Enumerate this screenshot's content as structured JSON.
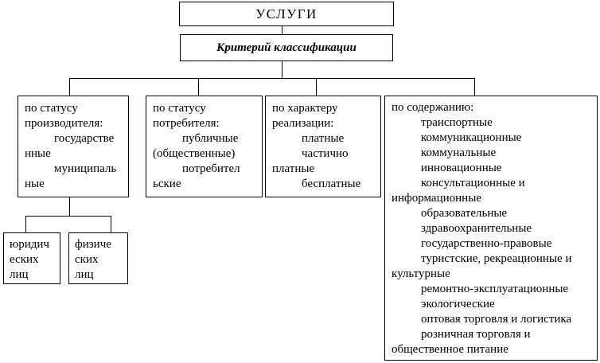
{
  "root": {
    "label": "УСЛУГИ"
  },
  "criteria": {
    "label": "Критерий классификации"
  },
  "colors": {
    "background": "#ffffff",
    "border": "#000000",
    "text": "#000000"
  },
  "category_boxes": [
    {
      "name": "by-producer-status",
      "lines": [
        {
          "text": "по статусу",
          "indent": false
        },
        {
          "text": "производителя:",
          "indent": false
        },
        {
          "text": "государстве",
          "indent": true
        },
        {
          "text": "нные",
          "indent": false
        },
        {
          "text": "муниципаль",
          "indent": true
        },
        {
          "text": "ные",
          "indent": false
        }
      ]
    },
    {
      "name": "by-consumer-status",
      "lines": [
        {
          "text": "по статусу",
          "indent": false
        },
        {
          "text": "потребителя:",
          "indent": false
        },
        {
          "text": "публичные",
          "indent": true
        },
        {
          "text": "(общественные)",
          "indent": false
        },
        {
          "text": "потребител",
          "indent": true
        },
        {
          "text": "ьские",
          "indent": false
        }
      ]
    },
    {
      "name": "by-realization-character",
      "lines": [
        {
          "text": "по характеру",
          "indent": false
        },
        {
          "text": "реализации:",
          "indent": false
        },
        {
          "text": "платные",
          "indent": true
        },
        {
          "text": "частично",
          "indent": true
        },
        {
          "text": "платные",
          "indent": false
        },
        {
          "text": "бесплатные",
          "indent": true
        }
      ]
    },
    {
      "name": "by-content",
      "lines": [
        {
          "text": "по содержанию:",
          "indent": false
        },
        {
          "text": "транспортные",
          "indent": true
        },
        {
          "text": "коммуникационные",
          "indent": true
        },
        {
          "text": "коммунальные",
          "indent": true
        },
        {
          "text": "инновационные",
          "indent": true
        },
        {
          "text": "консультационные и",
          "indent": true
        },
        {
          "text": "информационные",
          "indent": false
        },
        {
          "text": "образовательные",
          "indent": true
        },
        {
          "text": "здравоохранительные",
          "indent": true
        },
        {
          "text": "государственно-правовые",
          "indent": true
        },
        {
          "text": "туристские, рекреационные и",
          "indent": true
        },
        {
          "text": "культурные",
          "indent": false
        },
        {
          "text": "ремонтно-эксплуатационные",
          "indent": true
        },
        {
          "text": "экологические",
          "indent": true
        },
        {
          "text": "оптовая торговля и логистика",
          "indent": true
        },
        {
          "text": "розничная торговля и",
          "indent": true
        },
        {
          "text": "общественное питание",
          "indent": false
        }
      ]
    }
  ],
  "leaf_boxes": [
    {
      "name": "legal-entities",
      "lines": [
        {
          "text": "юридич",
          "indent": false
        },
        {
          "text": "еских",
          "indent": false
        },
        {
          "text": "лиц",
          "indent": false
        }
      ]
    },
    {
      "name": "individuals",
      "lines": [
        {
          "text": "физиче",
          "indent": false
        },
        {
          "text": "ских",
          "indent": false
        },
        {
          "text": "лиц",
          "indent": false
        }
      ]
    }
  ]
}
